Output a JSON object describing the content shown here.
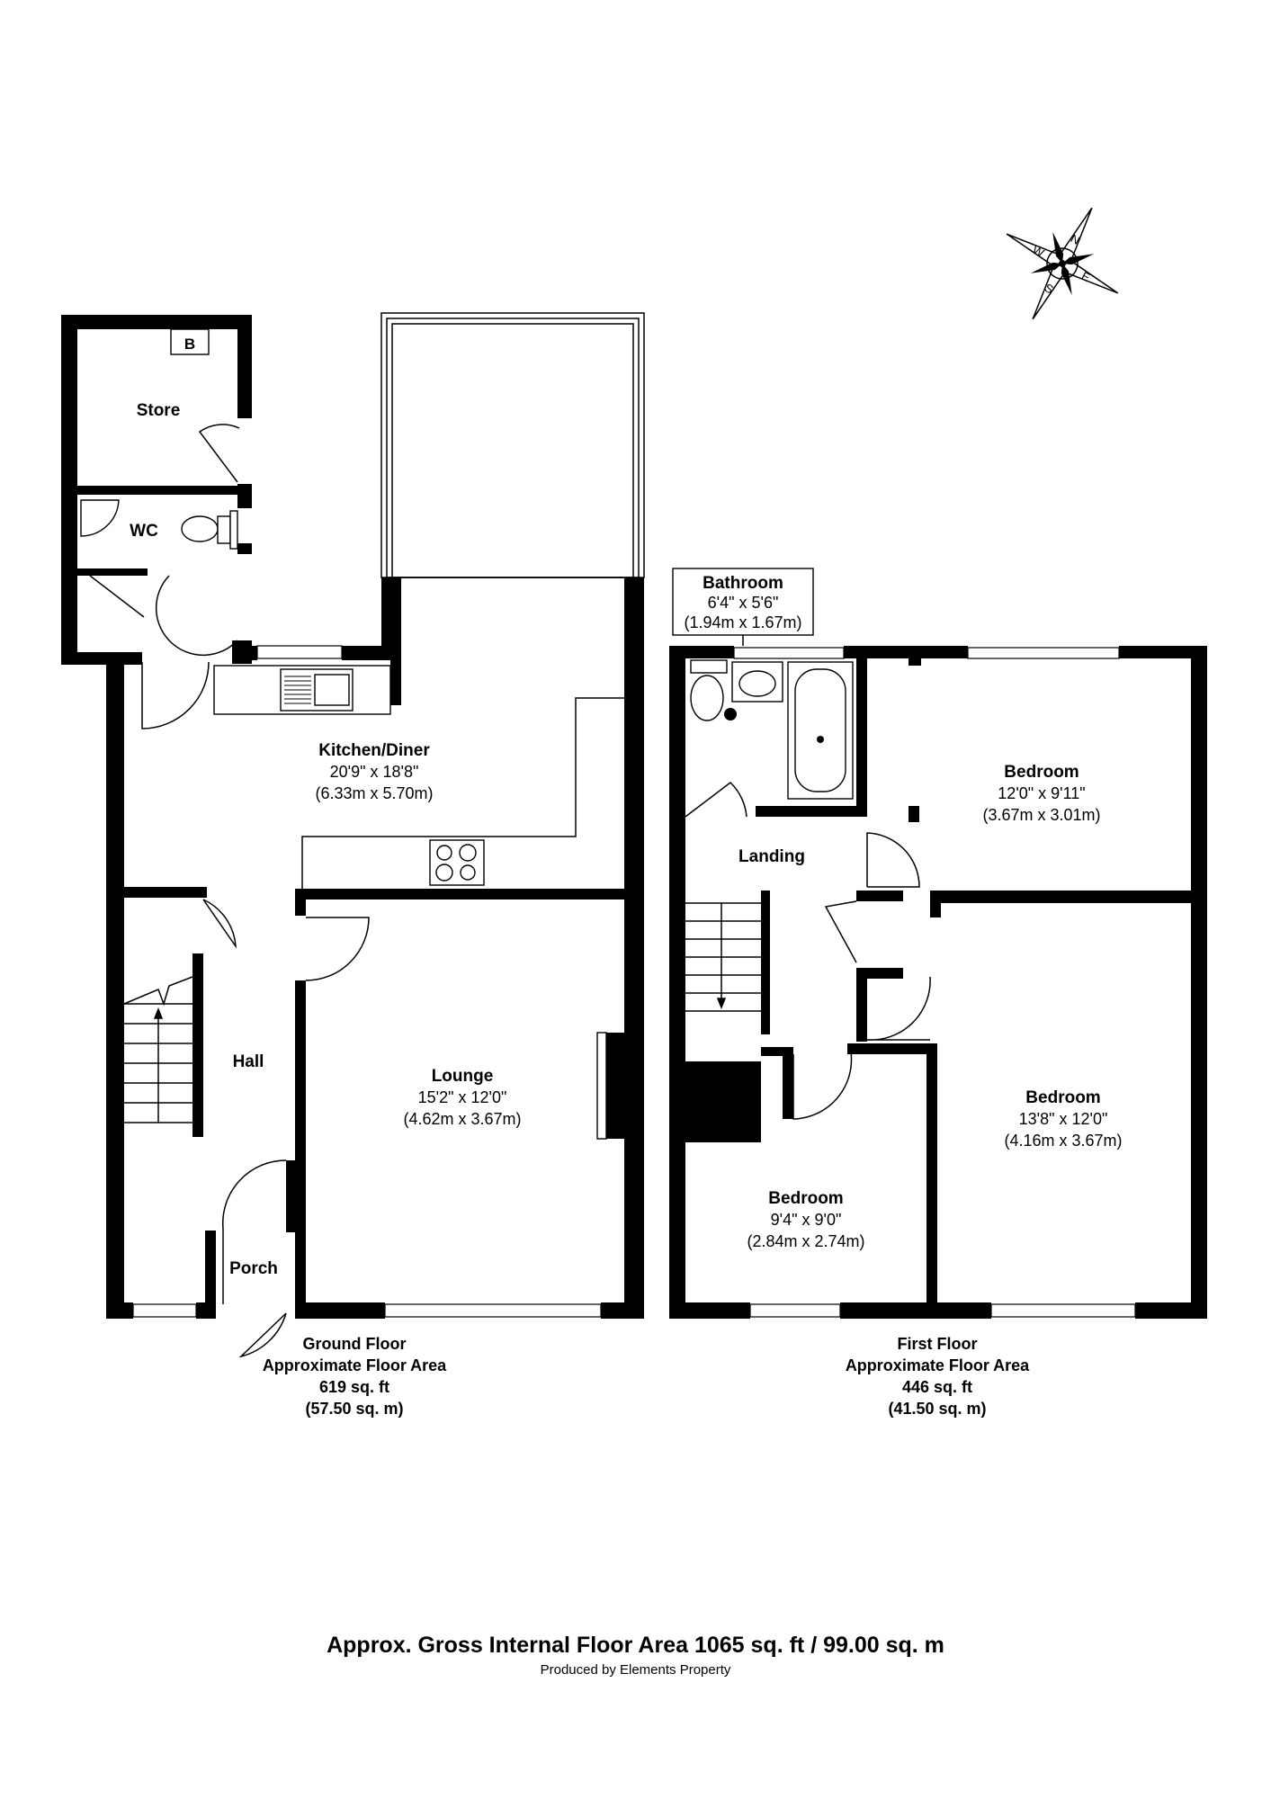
{
  "compass": {
    "n": "N",
    "e": "E",
    "s": "S",
    "w": "W"
  },
  "ground_floor": {
    "store": {
      "name": "Store",
      "boiler": "B"
    },
    "wc": {
      "name": "WC"
    },
    "kitchen": {
      "name": "Kitchen/Diner",
      "dim_imperial": "20'9\" x 18'8\"",
      "dim_metric": "(6.33m x 5.70m)"
    },
    "hall": {
      "name": "Hall"
    },
    "lounge": {
      "name": "Lounge",
      "dim_imperial": "15'2\" x 12'0\"",
      "dim_metric": "(4.62m x 3.67m)"
    },
    "porch": {
      "name": "Porch"
    },
    "summary": {
      "title": "Ground Floor",
      "subtitle": "Approximate Floor Area",
      "area_imperial": "619 sq. ft",
      "area_metric": "(57.50 sq. m)"
    }
  },
  "first_floor": {
    "bathroom": {
      "name": "Bathroom",
      "dim_imperial": "6'4\" x 5'6\"",
      "dim_metric": "(1.94m x 1.67m)"
    },
    "landing": {
      "name": "Landing"
    },
    "bedroom1": {
      "name": "Bedroom",
      "dim_imperial": "12'0\" x 9'11\"",
      "dim_metric": "(3.67m x 3.01m)"
    },
    "bedroom2": {
      "name": "Bedroom",
      "dim_imperial": "13'8\" x 12'0\"",
      "dim_metric": "(4.16m x 3.67m)"
    },
    "bedroom3": {
      "name": "Bedroom",
      "dim_imperial": "9'4\" x 9'0\"",
      "dim_metric": "(2.84m x 2.74m)"
    },
    "summary": {
      "title": "First Floor",
      "subtitle": "Approximate Floor Area",
      "area_imperial": "446 sq. ft",
      "area_metric": "(41.50 sq. m)"
    }
  },
  "footer": {
    "total": "Approx. Gross Internal Floor Area 1065 sq. ft / 99.00 sq. m",
    "credit": "Produced by Elements Property"
  }
}
